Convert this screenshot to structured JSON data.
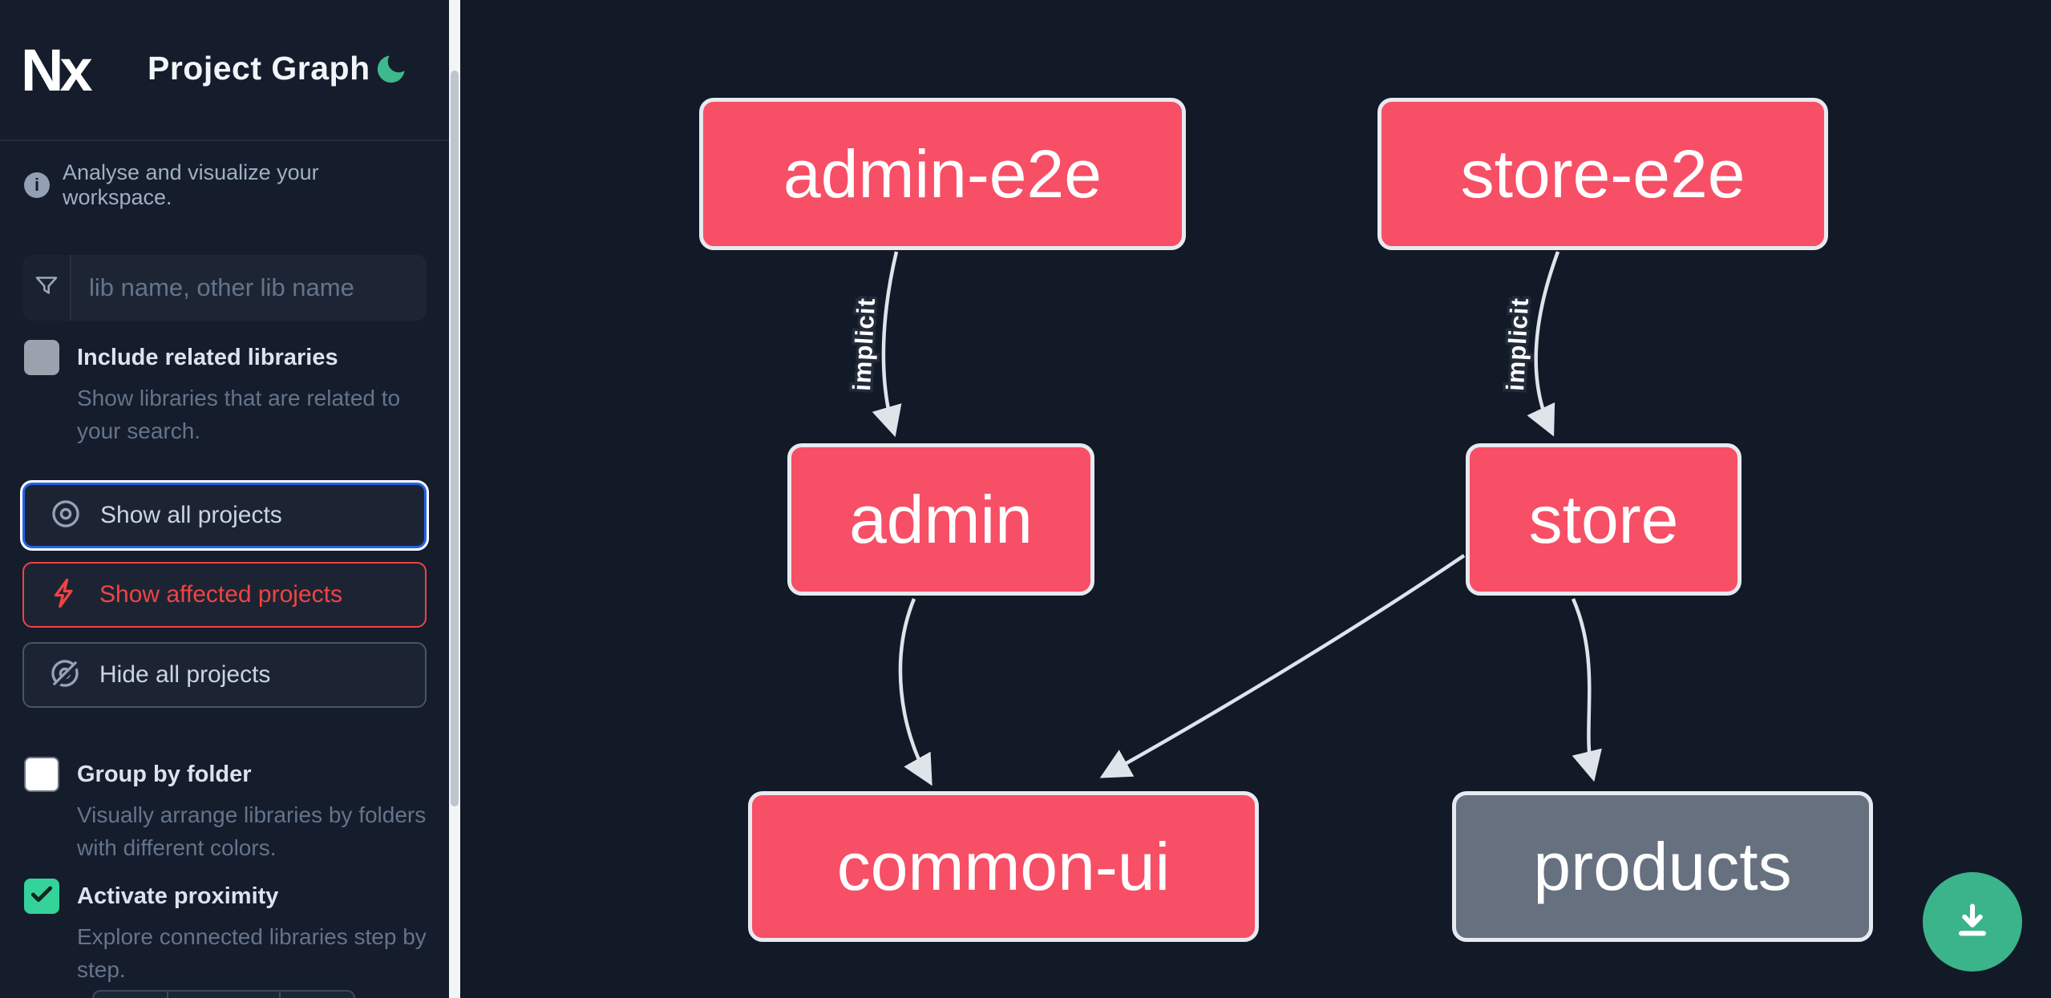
{
  "app": {
    "logo": "Nx",
    "title": "Project Graph",
    "theme": "dark",
    "theme_icon": "moon"
  },
  "sidebar": {
    "info": "Analyse and visualize your workspace.",
    "search": {
      "icon": "funnel",
      "placeholder": "lib name, other lib name",
      "value": ""
    },
    "toggles": [
      {
        "label": "Include related libraries",
        "description": "Show libraries that are related to your search.",
        "checked": false
      },
      {
        "label": "Group by folder",
        "description": "Visually arrange libraries by folders with different colors.",
        "checked": false
      },
      {
        "label": "Activate proximity",
        "description": "Explore connected libraries step by step.",
        "checked": true
      }
    ],
    "actions": [
      {
        "label": "Show all projects",
        "icon": "eye",
        "state": "focused"
      },
      {
        "label": "Show affected projects",
        "icon": "bolt",
        "state": "default"
      },
      {
        "label": "Hide all projects",
        "icon": "eye-off",
        "state": "default"
      }
    ]
  },
  "graph": {
    "nodes": [
      {
        "id": "admin-e2e",
        "label": "admin-e2e",
        "color": "pink"
      },
      {
        "id": "store-e2e",
        "label": "store-e2e",
        "color": "pink"
      },
      {
        "id": "admin",
        "label": "admin",
        "color": "pink"
      },
      {
        "id": "store",
        "label": "store",
        "color": "pink"
      },
      {
        "id": "common-ui",
        "label": "common-ui",
        "color": "pink"
      },
      {
        "id": "products",
        "label": "products",
        "color": "gray"
      }
    ],
    "edges": [
      {
        "from": "admin-e2e",
        "to": "admin",
        "label": "implicit"
      },
      {
        "from": "store-e2e",
        "to": "store",
        "label": "implicit"
      },
      {
        "from": "admin",
        "to": "common-ui",
        "label": ""
      },
      {
        "from": "store",
        "to": "common-ui",
        "label": ""
      },
      {
        "from": "store",
        "to": "products",
        "label": ""
      }
    ]
  },
  "fab": {
    "icon": "download"
  },
  "colors": {
    "node_pink": "#f74f66",
    "node_gray": "#66707f",
    "node_border": "#e7eaef",
    "edge": "#dfe4ea",
    "accent_blue": "#2563eb",
    "accent_red": "#ef4444",
    "accent_green": "#34d399",
    "fab_green": "#3bb38b",
    "sidebar_bg": "#151c2b",
    "canvas_bg": "#121927"
  }
}
